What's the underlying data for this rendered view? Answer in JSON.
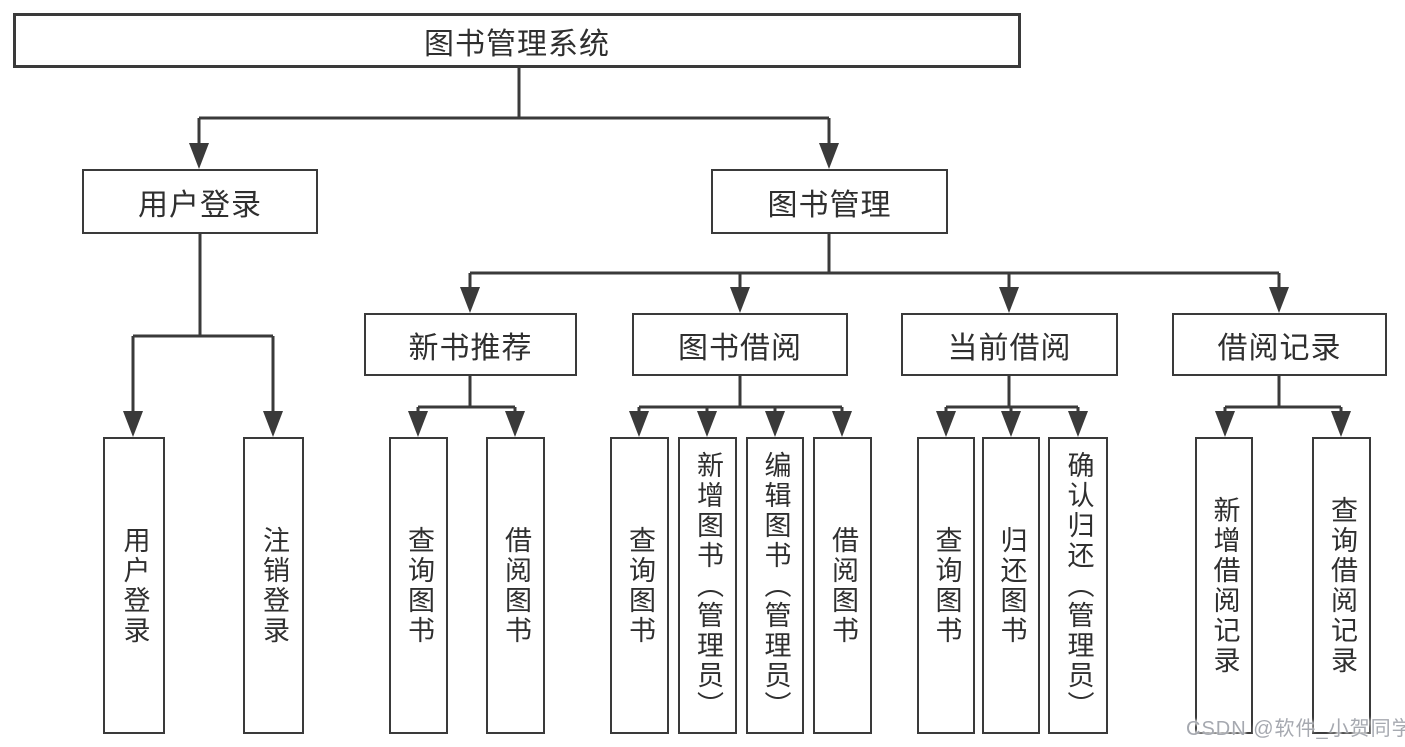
{
  "tree": {
    "root": {
      "label": "图书管理系统",
      "children": [
        {
          "label": "用户登录",
          "children": [
            {
              "label": "用户登录"
            },
            {
              "label": "注销登录"
            }
          ]
        },
        {
          "label": "图书管理",
          "children": [
            {
              "label": "新书推荐",
              "children": [
                {
                  "label": "查询图书"
                },
                {
                  "label": "借阅图书"
                }
              ]
            },
            {
              "label": "图书借阅",
              "children": [
                {
                  "label": "查询图书"
                },
                {
                  "label": "新增图书（管理员）"
                },
                {
                  "label": "编辑图书（管理员）"
                },
                {
                  "label": "借阅图书"
                }
              ]
            },
            {
              "label": "当前借阅",
              "children": [
                {
                  "label": "查询图书"
                },
                {
                  "label": "归还图书"
                },
                {
                  "label": "确认归还（管理员）"
                }
              ]
            },
            {
              "label": "借阅记录",
              "children": [
                {
                  "label": "新增借阅记录"
                },
                {
                  "label": "查询借阅记录"
                }
              ]
            }
          ]
        }
      ]
    }
  },
  "watermark": {
    "text": "CSDN @软件_小贺同学"
  },
  "colors": {
    "line": "#3a3a3a",
    "box_border": "#3a3a3a",
    "box_background": "#ffffff",
    "text": "#2f2f2f",
    "watermark": "#a6a9b0",
    "page_background": "#ffffff"
  }
}
